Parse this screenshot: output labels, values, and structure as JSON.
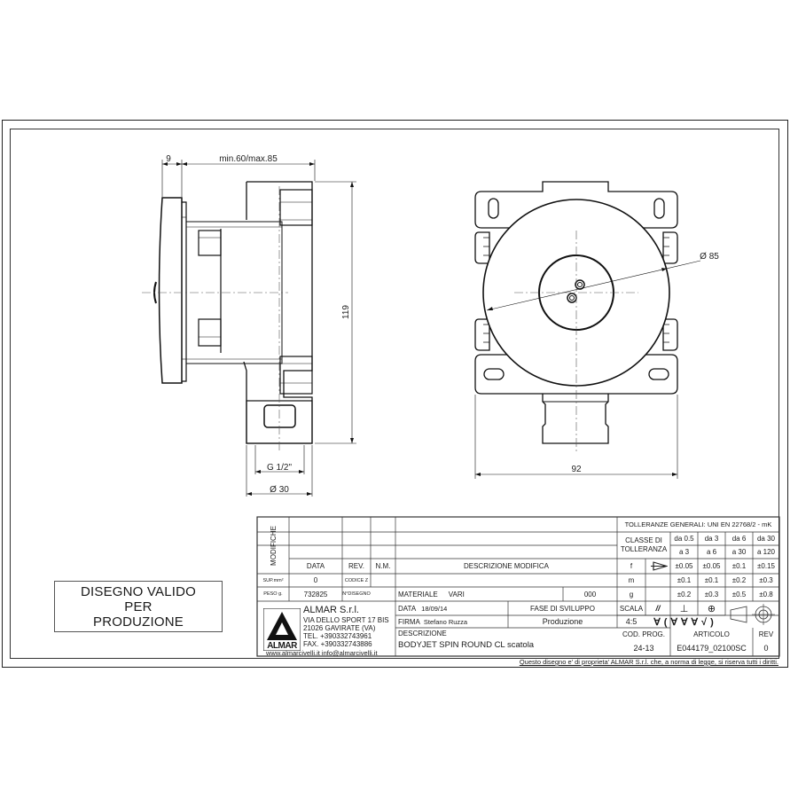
{
  "drawing": {
    "side_view": {
      "dim_flange_thickness": "9",
      "dim_depth": "min.60/max.85",
      "dim_height": "119",
      "dim_thread": "G 1/2\"",
      "dim_outlet_diameter": "Ø 30"
    },
    "front_view": {
      "dim_body_diameter": "Ø 85",
      "dim_width": "92"
    }
  },
  "validity_stamp": {
    "line1": "DISEGNO VALIDO",
    "line2": "PER",
    "line3": "PRODUZIONE"
  },
  "title_block": {
    "modifiche_label": "MODIFICHE",
    "headers": {
      "data": "DATA",
      "rev": "REV.",
      "nm": "N.M.",
      "descrizione_modifica": "DESCRIZIONE MODIFICA"
    },
    "sup_label": "SUP.mm²",
    "sup_value": "0",
    "codice_z_label": "CODICE Z",
    "peso_label": "PESO g.",
    "peso_value": "732825",
    "n_disegno_label": "N°DISEGNO",
    "materiale_label": "MATERIALE",
    "materiale_value": "VARI",
    "materiale_code": "000",
    "company": {
      "name": "ALMAR S.r.l.",
      "address1": "VIA DELLO SPORT 17 BIS",
      "address2": "21026 GAVIRATE (VA)",
      "tel": "TEL. +390332743961",
      "fax": "FAX. +390332743886",
      "web": "www.almarcivelli.it info@almarcivelli.it",
      "logo_text": "ALMAR"
    },
    "data_label": "DATA",
    "data_value": "18/09/14",
    "firma_label": "FIRMA",
    "firma_value": "Stefano Ruzza",
    "fase_label": "FASE DI SVILUPPO",
    "fase_value": "Produzione",
    "descrizione_label": "DESCRIZIONE",
    "descrizione_value": "BODYJET SPIN ROUND CL scatola",
    "scala_label": "SCALA",
    "scala_value": "4:5",
    "cod_prog_label": "COD. PROG.",
    "cod_prog_value": "24-13",
    "articolo_label": "ARTICOLO",
    "articolo_value": "E044179_02100SC",
    "rev_label": "REV",
    "rev_value": "0",
    "tolerances": {
      "title": "TOLLERANZE GENERALI: UNI EN 22768/2 - mK",
      "class_label_1": "CLASSE DI",
      "class_label_2": "TOLLERANZA",
      "ranges_from": [
        "da 0.5",
        "da 3",
        "da 6",
        "da 30"
      ],
      "ranges_to": [
        "a 3",
        "a 6",
        "a 30",
        "a 120"
      ],
      "rows": [
        {
          "class": "f",
          "values": [
            "±0.05",
            "±0.05",
            "±0.1",
            "±0.15"
          ]
        },
        {
          "class": "m",
          "values": [
            "±0.1",
            "±0.1",
            "±0.2",
            "±0.3"
          ]
        },
        {
          "class": "g",
          "values": [
            "±0.2",
            "±0.3",
            "±0.5",
            "±0.8"
          ]
        }
      ],
      "geo_symbols": [
        "//",
        "⊥",
        "⊕"
      ]
    },
    "copyright": "Questo disegno e' di proprieta' ALMAR S.r.l. che, a norma di legge, si riserva tutti i diritti."
  }
}
